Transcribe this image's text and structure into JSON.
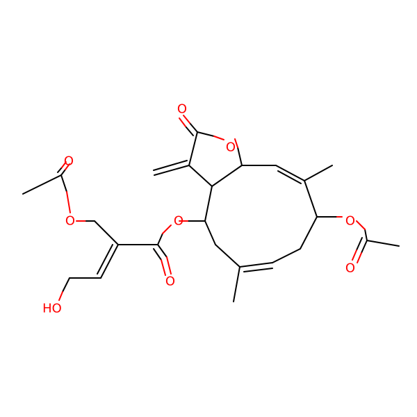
{
  "colors": {
    "background": "#ffffff",
    "carbon_bond": "#000000",
    "oxygen": "#ff0000"
  },
  "atom_labels": {
    "o_carbonyl_lactone": "O",
    "o_ring_lactone": "O",
    "o_acetyl_left_carbonyl": "O",
    "o_acetyl_left_ester": "O",
    "o_ester_main": "O",
    "o_ester_main_carbonyl": "O",
    "o_acetyl_right_ester": "O",
    "o_acetyl_right_carbonyl": "O",
    "hydroxyl": "HO"
  }
}
